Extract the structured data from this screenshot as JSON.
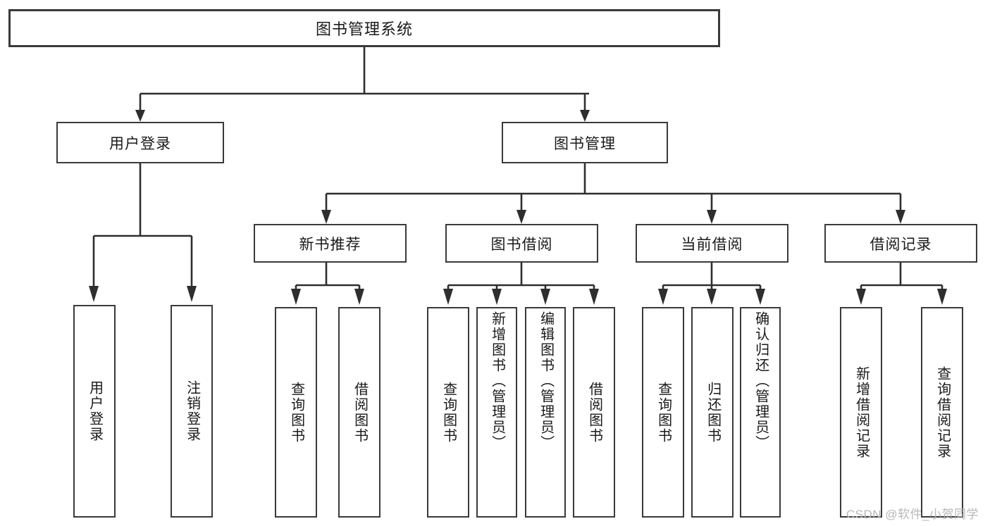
{
  "diagram": {
    "title": "图书管理系统",
    "type": "tree-hierarchy-diagram",
    "root": {
      "label": "图书管理系统"
    },
    "level2": [
      {
        "label": "用户登录"
      },
      {
        "label": "图书管理"
      }
    ],
    "level3": [
      {
        "label": "新书推荐"
      },
      {
        "label": "图书借阅"
      },
      {
        "label": "当前借阅"
      },
      {
        "label": "借阅记录"
      }
    ],
    "leaves": {
      "user_login": [
        {
          "label": "用户登录"
        },
        {
          "label": "注销登录"
        }
      ],
      "new_book_recommend": [
        {
          "label": "查询图书"
        },
        {
          "label": "借阅图书"
        }
      ],
      "book_borrow": [
        {
          "label": "查询图书"
        },
        {
          "label": "新增图书（管理员）"
        },
        {
          "label": "编辑图书（管理员）"
        },
        {
          "label": "借阅图书"
        }
      ],
      "current_borrow": [
        {
          "label": "查询图书"
        },
        {
          "label": "归还图书"
        },
        {
          "label": "确认归还（管理员）"
        }
      ],
      "borrow_record": [
        {
          "label": "新增借阅记录"
        },
        {
          "label": "查询借阅记录"
        }
      ]
    }
  },
  "watermark": {
    "text": "CSDN @软件_小贺同学"
  },
  "colors": {
    "border": "#3a3a3a",
    "wire": "#2e2e2e",
    "text": "#1a1a1a",
    "background": "#ffffff",
    "watermark": "#b7b7b7"
  }
}
